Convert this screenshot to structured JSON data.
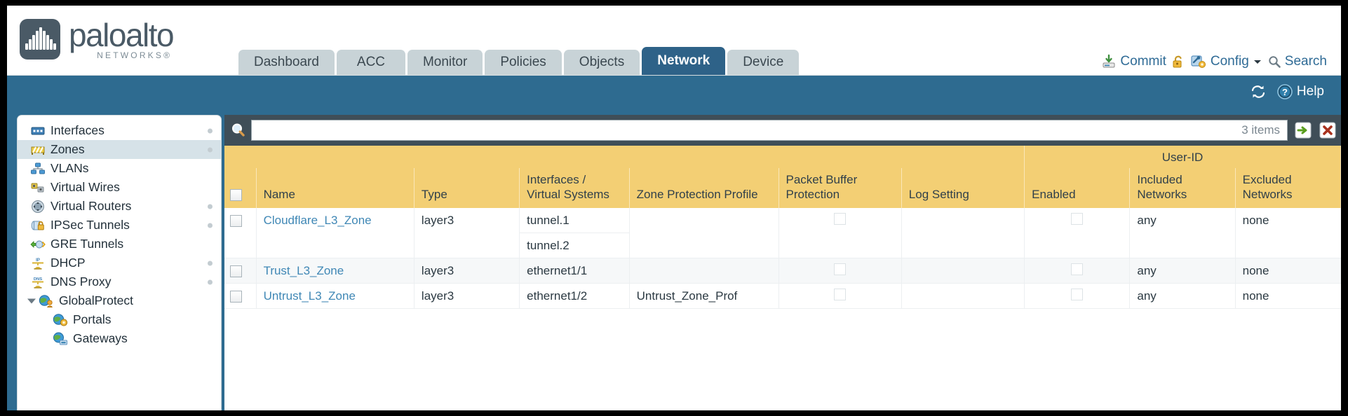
{
  "brand": {
    "name": "paloalto",
    "tagline": "NETWORKS",
    "registered": "®"
  },
  "nav": {
    "tabs": [
      {
        "label": "Dashboard",
        "active": false
      },
      {
        "label": "ACC",
        "active": false
      },
      {
        "label": "Monitor",
        "active": false
      },
      {
        "label": "Policies",
        "active": false
      },
      {
        "label": "Objects",
        "active": false
      },
      {
        "label": "Network",
        "active": true
      },
      {
        "label": "Device",
        "active": false
      }
    ]
  },
  "header_tools": {
    "commit_label": "Commit",
    "config_label": "Config",
    "search_label": "Search",
    "lock_icon": "lock-icon",
    "commit_icon": "commit-icon",
    "config_icon": "config-icon",
    "dropdown_icon": "chevron-down-icon",
    "search_icon": "search-icon"
  },
  "blueband": {
    "refresh_icon": "refresh-icon",
    "help_label": "Help",
    "help_icon": "help-icon"
  },
  "sidebar": {
    "items": [
      {
        "label": "Interfaces",
        "icon": "interfaces-icon",
        "selected": false,
        "dot": true,
        "child": false,
        "caret": false
      },
      {
        "label": "Zones",
        "icon": "zones-icon",
        "selected": true,
        "dot": true,
        "child": false,
        "caret": false
      },
      {
        "label": "VLANs",
        "icon": "vlans-icon",
        "selected": false,
        "dot": false,
        "child": false,
        "caret": false
      },
      {
        "label": "Virtual Wires",
        "icon": "virtual-wires-icon",
        "selected": false,
        "dot": false,
        "child": false,
        "caret": false
      },
      {
        "label": "Virtual Routers",
        "icon": "virtual-routers-icon",
        "selected": false,
        "dot": true,
        "child": false,
        "caret": false
      },
      {
        "label": "IPSec Tunnels",
        "icon": "ipsec-tunnels-icon",
        "selected": false,
        "dot": true,
        "child": false,
        "caret": false
      },
      {
        "label": "GRE Tunnels",
        "icon": "gre-tunnels-icon",
        "selected": false,
        "dot": false,
        "child": false,
        "caret": false
      },
      {
        "label": "DHCP",
        "icon": "dhcp-icon",
        "selected": false,
        "dot": true,
        "child": false,
        "caret": false
      },
      {
        "label": "DNS Proxy",
        "icon": "dns-proxy-icon",
        "selected": false,
        "dot": true,
        "child": false,
        "caret": false
      },
      {
        "label": "GlobalProtect",
        "icon": "globalprotect-icon",
        "selected": false,
        "dot": false,
        "child": false,
        "caret": true
      },
      {
        "label": "Portals",
        "icon": "portals-icon",
        "selected": false,
        "dot": false,
        "child": true,
        "caret": false
      },
      {
        "label": "Gateways",
        "icon": "gateways-icon",
        "selected": false,
        "dot": false,
        "child": true,
        "caret": false
      }
    ]
  },
  "filterbar": {
    "search_icon": "search-icon",
    "input_value": "",
    "input_placeholder": "",
    "item_count": "3 items",
    "apply_icon": "arrow-right-icon",
    "clear_icon": "clear-x-icon"
  },
  "table": {
    "group_header": "User-ID",
    "columns": [
      "Name",
      "Type",
      "Interfaces / Virtual Systems",
      "Zone Protection Profile",
      "Packet Buffer Protection",
      "Log Setting",
      "Enabled",
      "Included Networks",
      "Excluded Networks"
    ],
    "rows": [
      {
        "name": "Cloudflare_L3_Zone",
        "type": "layer3",
        "interfaces": [
          "tunnel.1",
          "tunnel.2"
        ],
        "zone_protection_profile": "",
        "packet_buffer_protection": false,
        "log_setting": "",
        "userid_enabled": false,
        "included_networks": "any",
        "excluded_networks": "none"
      },
      {
        "name": "Trust_L3_Zone",
        "type": "layer3",
        "interfaces": [
          "ethernet1/1"
        ],
        "zone_protection_profile": "",
        "packet_buffer_protection": false,
        "log_setting": "",
        "userid_enabled": false,
        "included_networks": "any",
        "excluded_networks": "none"
      },
      {
        "name": "Untrust_L3_Zone",
        "type": "layer3",
        "interfaces": [
          "ethernet1/2"
        ],
        "zone_protection_profile": "Untrust_Zone_Prof",
        "packet_buffer_protection": false,
        "log_setting": "",
        "userid_enabled": false,
        "included_networks": "any",
        "excluded_networks": "none"
      }
    ]
  },
  "colors": {
    "brand_slate": "#4a5a66",
    "tab_active": "#2e6288",
    "tab_inactive": "#c8d3d7",
    "band_blue": "#2e6b90",
    "header_amber": "#f3cf74",
    "group_amber": "#e8b951",
    "link_blue": "#3f87b5"
  }
}
